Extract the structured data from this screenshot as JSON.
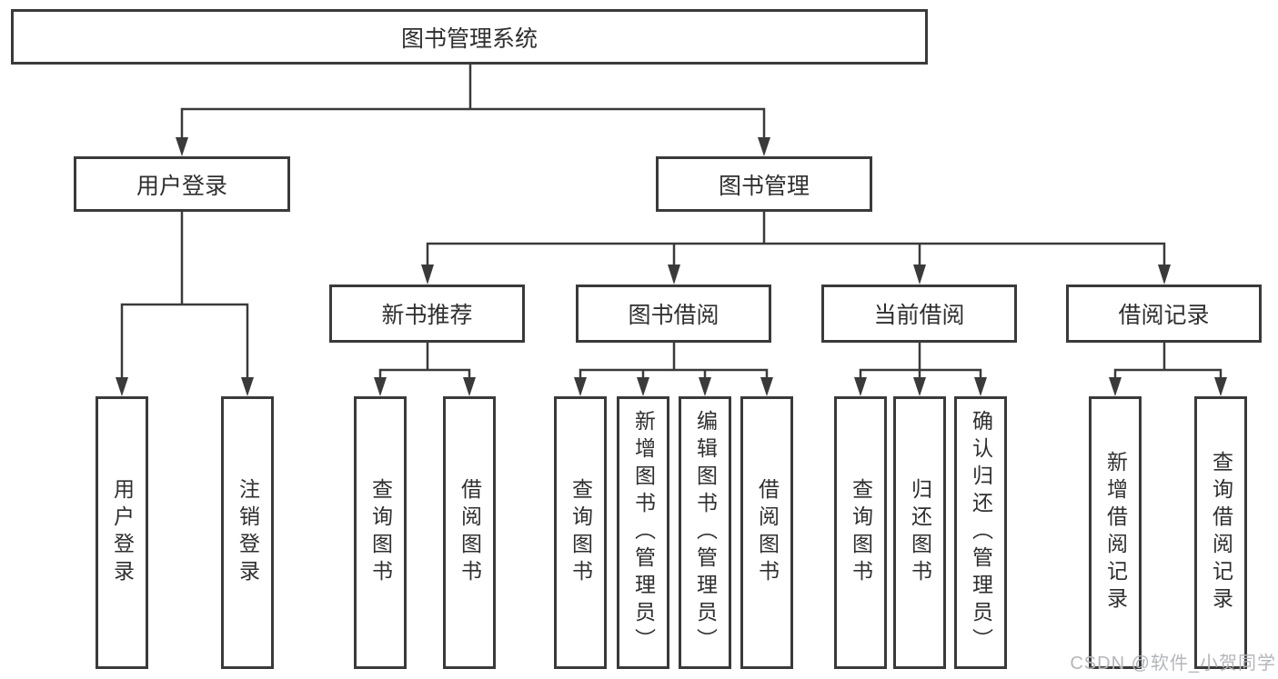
{
  "diagram": {
    "colors": {
      "line": "#3a3a3a",
      "border": "#3a3a3a",
      "text": "#2f2f2f",
      "watermark": "#b4b6ba",
      "background": "#ffffff"
    },
    "root": {
      "label": "图书管理系统"
    },
    "level2": [
      {
        "label": "用户登录"
      },
      {
        "label": "图书管理"
      }
    ],
    "level3": [
      {
        "label": "新书推荐"
      },
      {
        "label": "图书借阅"
      },
      {
        "label": "当前借阅"
      },
      {
        "label": "借阅记录"
      }
    ],
    "leaves": {
      "user_login": [
        "用户登录",
        "注销登录"
      ],
      "new_book_rec": [
        "查询图书",
        "借阅图书"
      ],
      "book_borrow": [
        "查询图书",
        "新增图书（管理员）",
        "编辑图书（管理员）",
        "借阅图书"
      ],
      "current_borrow": [
        "查询图书",
        "归还图书",
        "确认归还（管理员）"
      ],
      "borrow_records": [
        "新增借阅记录",
        "查询借阅记录"
      ]
    },
    "watermark": "CSDN @软件_小贺同学"
  }
}
